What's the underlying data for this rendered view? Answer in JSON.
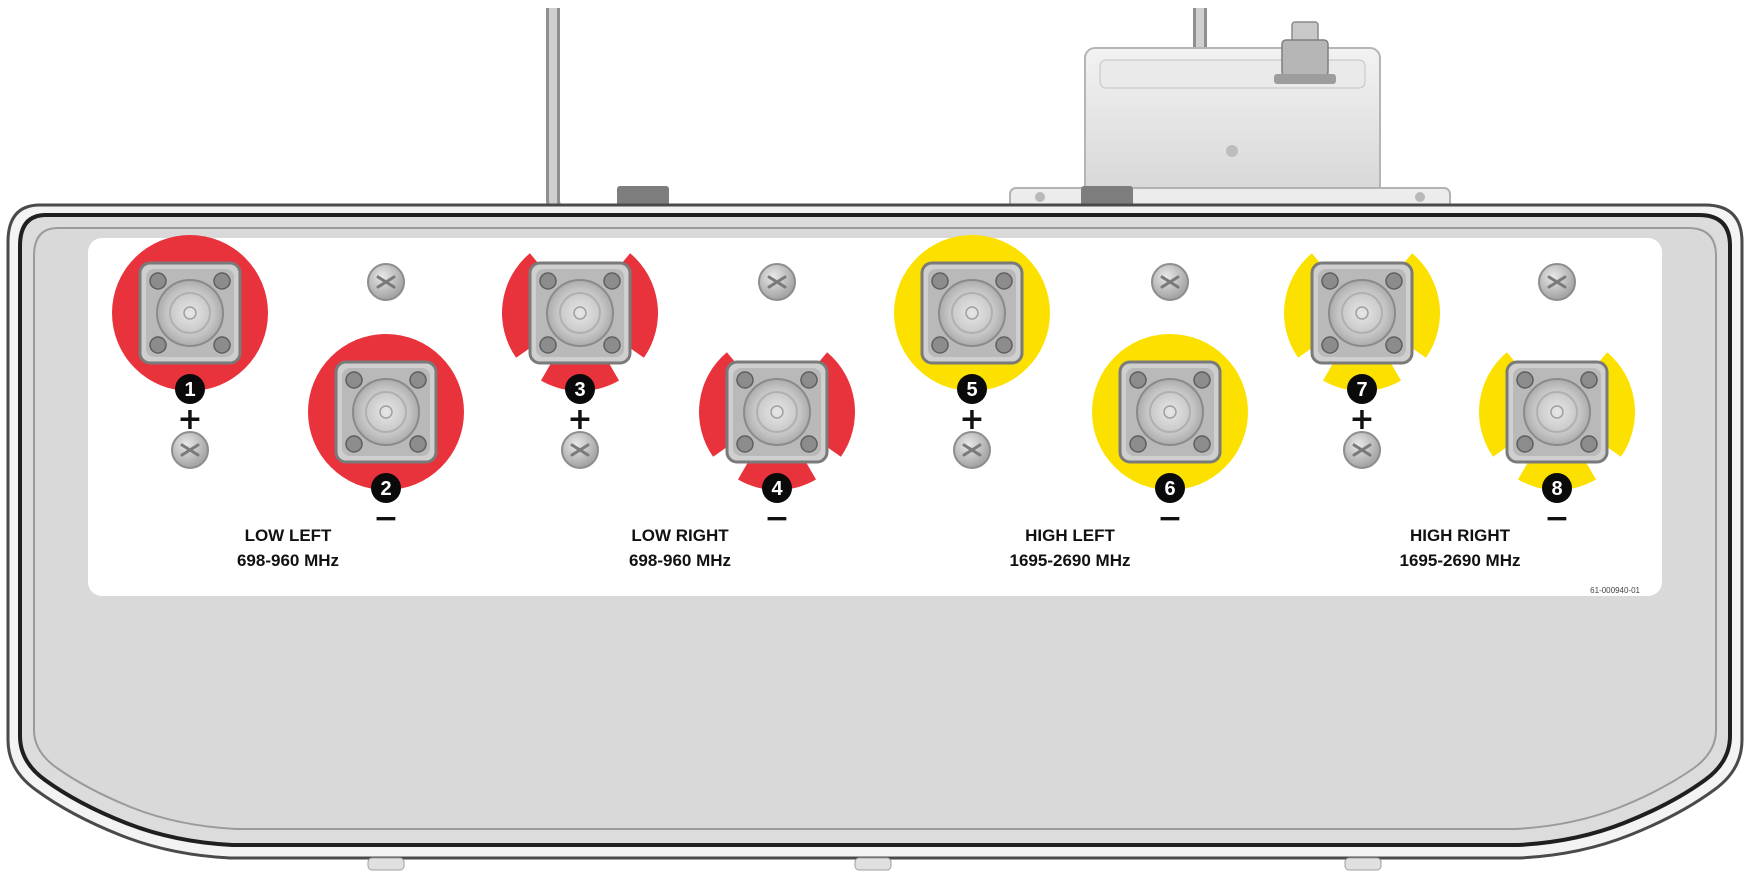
{
  "colors": {
    "low_band": "#e8323c",
    "high_band": "#fce100",
    "housing": "#d9d9d9",
    "panel": "#ffffff",
    "connector": "#a6a6a6",
    "badge": "#0a0a0a"
  },
  "ports": [
    {
      "number": "1",
      "polarity": "+",
      "band": "low",
      "ring": "full"
    },
    {
      "number": "2",
      "polarity": "−",
      "band": "low",
      "ring": "full"
    },
    {
      "number": "3",
      "polarity": "+",
      "band": "low",
      "ring": "segmented"
    },
    {
      "number": "4",
      "polarity": "−",
      "band": "low",
      "ring": "segmented"
    },
    {
      "number": "5",
      "polarity": "+",
      "band": "high",
      "ring": "full"
    },
    {
      "number": "6",
      "polarity": "−",
      "band": "high",
      "ring": "full"
    },
    {
      "number": "7",
      "polarity": "+",
      "band": "high",
      "ring": "segmented"
    },
    {
      "number": "8",
      "polarity": "−",
      "band": "high",
      "ring": "segmented"
    }
  ],
  "groups": [
    {
      "name": "LOW LEFT",
      "freq": "698-960 MHz"
    },
    {
      "name": "LOW RIGHT",
      "freq": "698-960 MHz"
    },
    {
      "name": "HIGH LEFT",
      "freq": "1695-2690 MHz"
    },
    {
      "name": "HIGH RIGHT",
      "freq": "1695-2690 MHz"
    }
  ],
  "part_number": "61-000940-01"
}
